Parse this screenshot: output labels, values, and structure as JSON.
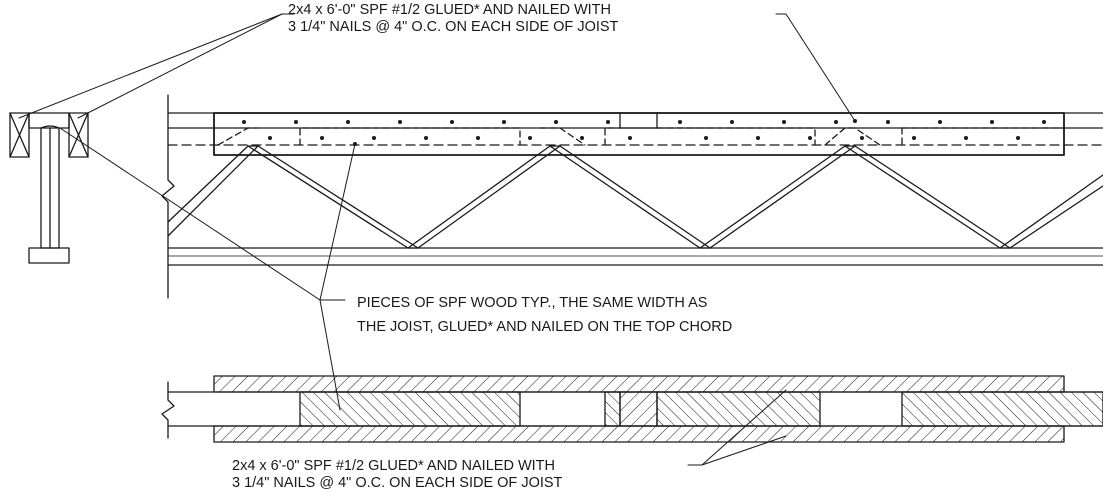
{
  "callouts": {
    "top": {
      "line1": "2x4 x 6'-0\" SPF #1/2 GLUED* AND NAILED WITH",
      "line2": "3 1/4\" NAILS @ 4\" O.C. ON EACH SIDE OF JOIST"
    },
    "middle": {
      "line1": "PIECES OF SPF WOOD TYP., THE SAME WIDTH AS",
      "line2": "THE JOIST, GLUED* AND NAILED ON THE TOP CHORD"
    },
    "bottom": {
      "line1": "2x4 x 6'-0\" SPF #1/2 GLUED* AND NAILED WITH",
      "line2": "3 1/4\" NAILS @ 4\" O.C. ON EACH SIDE OF JOIST"
    }
  },
  "colors": {
    "ink": "#1a1a1a",
    "background": "#ffffff"
  }
}
